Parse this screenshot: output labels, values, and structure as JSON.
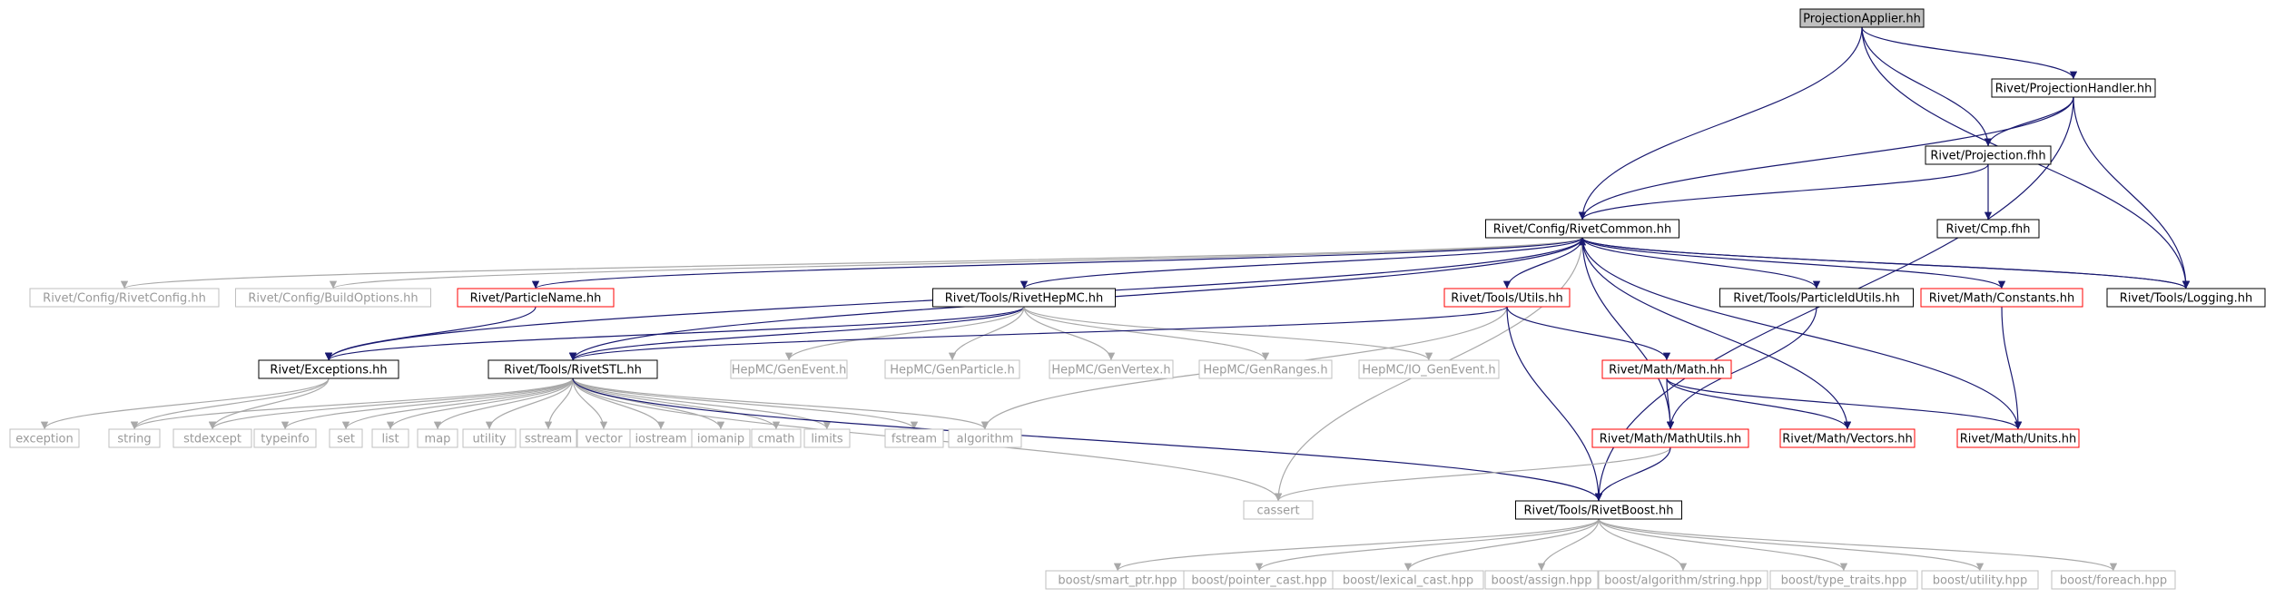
{
  "colors": {
    "edge": "#191970",
    "edge_light": "#a9a9a9",
    "root_fill": "#bfbfbf",
    "border_black": "#000000",
    "border_red": "#ff0000",
    "border_gray": "#bfbfbf",
    "node_fill": "#ffffff",
    "text_normal": "#000000",
    "text_dim": "#9a9a9a"
  },
  "nodes": [
    {
      "id": "root",
      "label": "ProjectionApplier.hh",
      "style": "root"
    },
    {
      "id": "handler",
      "label": "Rivet/ProjectionHandler.hh",
      "style": "black"
    },
    {
      "id": "projfhh",
      "label": "Rivet/Projection.fhh",
      "style": "black"
    },
    {
      "id": "cmp",
      "label": "Rivet/Cmp.fhh",
      "style": "black"
    },
    {
      "id": "common",
      "label": "Rivet/Config/RivetCommon.hh",
      "style": "black"
    },
    {
      "id": "rivetconfig",
      "label": "Rivet/Config/RivetConfig.hh",
      "style": "gray"
    },
    {
      "id": "buildopts",
      "label": "Rivet/Config/BuildOptions.hh",
      "style": "gray"
    },
    {
      "id": "particlename",
      "label": "Rivet/ParticleName.hh",
      "style": "red"
    },
    {
      "id": "hepmc",
      "label": "Rivet/Tools/RivetHepMC.hh",
      "style": "black"
    },
    {
      "id": "utils",
      "label": "Rivet/Tools/Utils.hh",
      "style": "red"
    },
    {
      "id": "pidutils",
      "label": "Rivet/Tools/ParticleIdUtils.hh",
      "style": "black"
    },
    {
      "id": "constants",
      "label": "Rivet/Math/Constants.hh",
      "style": "red"
    },
    {
      "id": "logging",
      "label": "Rivet/Tools/Logging.hh",
      "style": "black"
    },
    {
      "id": "exceptions",
      "label": "Rivet/Exceptions.hh",
      "style": "black"
    },
    {
      "id": "stl",
      "label": "Rivet/Tools/RivetSTL.hh",
      "style": "black"
    },
    {
      "id": "genevent",
      "label": "HepMC/GenEvent.h",
      "style": "gray"
    },
    {
      "id": "genparticle",
      "label": "HepMC/GenParticle.h",
      "style": "gray"
    },
    {
      "id": "genvertex",
      "label": "HepMC/GenVertex.h",
      "style": "gray"
    },
    {
      "id": "genranges",
      "label": "HepMC/GenRanges.h",
      "style": "gray"
    },
    {
      "id": "iogenevent",
      "label": "HepMC/IO_GenEvent.h",
      "style": "gray"
    },
    {
      "id": "mathhh",
      "label": "Rivet/Math/Math.hh",
      "style": "red"
    },
    {
      "id": "exception",
      "label": "exception",
      "style": "gray"
    },
    {
      "id": "string",
      "label": "string",
      "style": "gray"
    },
    {
      "id": "stdexcept",
      "label": "stdexcept",
      "style": "gray"
    },
    {
      "id": "typeinfo",
      "label": "typeinfo",
      "style": "gray"
    },
    {
      "id": "set",
      "label": "set",
      "style": "gray"
    },
    {
      "id": "list",
      "label": "list",
      "style": "gray"
    },
    {
      "id": "map",
      "label": "map",
      "style": "gray"
    },
    {
      "id": "utility",
      "label": "utility",
      "style": "gray"
    },
    {
      "id": "sstream",
      "label": "sstream",
      "style": "gray"
    },
    {
      "id": "vector",
      "label": "vector",
      "style": "gray"
    },
    {
      "id": "iostream",
      "label": "iostream",
      "style": "gray"
    },
    {
      "id": "iomanip",
      "label": "iomanip",
      "style": "gray"
    },
    {
      "id": "cmath",
      "label": "cmath",
      "style": "gray"
    },
    {
      "id": "limits",
      "label": "limits",
      "style": "gray"
    },
    {
      "id": "fstream",
      "label": "fstream",
      "style": "gray"
    },
    {
      "id": "algorithm",
      "label": "algorithm",
      "style": "gray"
    },
    {
      "id": "mathutils",
      "label": "Rivet/Math/MathUtils.hh",
      "style": "red"
    },
    {
      "id": "vectors",
      "label": "Rivet/Math/Vectors.hh",
      "style": "red"
    },
    {
      "id": "units",
      "label": "Rivet/Math/Units.hh",
      "style": "red"
    },
    {
      "id": "cassert",
      "label": "cassert",
      "style": "gray"
    },
    {
      "id": "boost",
      "label": "Rivet/Tools/RivetBoost.hh",
      "style": "black"
    },
    {
      "id": "smartptr",
      "label": "boost/smart_ptr.hpp",
      "style": "gray"
    },
    {
      "id": "pointercast",
      "label": "boost/pointer_cast.hpp",
      "style": "gray"
    },
    {
      "id": "lexicalcast",
      "label": "boost/lexical_cast.hpp",
      "style": "gray"
    },
    {
      "id": "assign",
      "label": "boost/assign.hpp",
      "style": "gray"
    },
    {
      "id": "algostring",
      "label": "boost/algorithm/string.hpp",
      "style": "gray"
    },
    {
      "id": "typetraits",
      "label": "boost/type_traits.hpp",
      "style": "gray"
    },
    {
      "id": "butility",
      "label": "boost/utility.hpp",
      "style": "gray"
    },
    {
      "id": "foreach",
      "label": "boost/foreach.hpp",
      "style": "gray"
    }
  ],
  "edges": [
    [
      "root",
      "handler"
    ],
    [
      "root",
      "projfhh"
    ],
    [
      "root",
      "common"
    ],
    [
      "root",
      "logging"
    ],
    [
      "handler",
      "projfhh"
    ],
    [
      "handler",
      "common"
    ],
    [
      "handler",
      "logging"
    ],
    [
      "handler",
      "boost"
    ],
    [
      "projfhh",
      "cmp"
    ],
    [
      "projfhh",
      "common"
    ],
    [
      "common",
      "rivetconfig"
    ],
    [
      "common",
      "buildopts"
    ],
    [
      "common",
      "particlename"
    ],
    [
      "common",
      "exceptions"
    ],
    [
      "common",
      "stl"
    ],
    [
      "common",
      "hepmc"
    ],
    [
      "common",
      "utils"
    ],
    [
      "common",
      "pidutils"
    ],
    [
      "common",
      "constants"
    ],
    [
      "common",
      "logging"
    ],
    [
      "common",
      "mathutils"
    ],
    [
      "common",
      "vectors"
    ],
    [
      "common",
      "units"
    ],
    [
      "common",
      "cassert"
    ],
    [
      "logging",
      "common"
    ],
    [
      "particlename",
      "exceptions"
    ],
    [
      "hepmc",
      "exceptions"
    ],
    [
      "hepmc",
      "stl"
    ],
    [
      "hepmc",
      "genevent"
    ],
    [
      "hepmc",
      "genparticle"
    ],
    [
      "hepmc",
      "genvertex"
    ],
    [
      "hepmc",
      "genranges"
    ],
    [
      "hepmc",
      "iogenevent"
    ],
    [
      "utils",
      "stl"
    ],
    [
      "utils",
      "mathhh"
    ],
    [
      "utils",
      "algorithm"
    ],
    [
      "utils",
      "boost"
    ],
    [
      "pidutils",
      "mathutils"
    ],
    [
      "constants",
      "units"
    ],
    [
      "mathhh",
      "mathutils"
    ],
    [
      "mathhh",
      "vectors"
    ],
    [
      "mathhh",
      "units"
    ],
    [
      "exceptions",
      "exception"
    ],
    [
      "exceptions",
      "string"
    ],
    [
      "exceptions",
      "stdexcept"
    ],
    [
      "stl",
      "string"
    ],
    [
      "stl",
      "stdexcept"
    ],
    [
      "stl",
      "typeinfo"
    ],
    [
      "stl",
      "set"
    ],
    [
      "stl",
      "list"
    ],
    [
      "stl",
      "map"
    ],
    [
      "stl",
      "utility"
    ],
    [
      "stl",
      "sstream"
    ],
    [
      "stl",
      "vector"
    ],
    [
      "stl",
      "iostream"
    ],
    [
      "stl",
      "iomanip"
    ],
    [
      "stl",
      "cmath"
    ],
    [
      "stl",
      "limits"
    ],
    [
      "stl",
      "fstream"
    ],
    [
      "stl",
      "algorithm"
    ],
    [
      "stl",
      "cassert"
    ],
    [
      "stl",
      "boost"
    ],
    [
      "mathutils",
      "cassert"
    ],
    [
      "mathutils",
      "boost"
    ],
    [
      "boost",
      "smartptr"
    ],
    [
      "boost",
      "pointercast"
    ],
    [
      "boost",
      "lexicalcast"
    ],
    [
      "boost",
      "assign"
    ],
    [
      "boost",
      "algostring"
    ],
    [
      "boost",
      "typetraits"
    ],
    [
      "boost",
      "butility"
    ],
    [
      "boost",
      "foreach"
    ]
  ]
}
